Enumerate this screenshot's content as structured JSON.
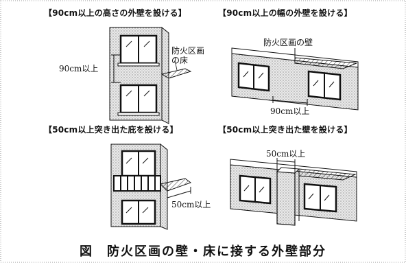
{
  "panels": [
    {
      "title": "【90cm以上の高さの外壁を設ける】",
      "labels": {
        "dimension": "90cm以上",
        "floor_line1": "防火区画",
        "floor_line2": "の床"
      }
    },
    {
      "title": "【90cm以上の幅の外壁を設ける】",
      "labels": {
        "wall": "防火区画の壁",
        "dimension": "90cm以上"
      }
    },
    {
      "title": "【50cm以上突き出た庇を設ける】",
      "labels": {
        "dimension": "50cm以上"
      }
    },
    {
      "title": "【50cm以上突き出た壁を設ける】",
      "labels": {
        "dimension": "50cm以上"
      }
    }
  ],
  "caption": "図　防火区画の壁・床に接する外壁部分",
  "colors": {
    "ink": "#111111",
    "wall_fill": "#e4e4e4",
    "frame": "#888888"
  }
}
